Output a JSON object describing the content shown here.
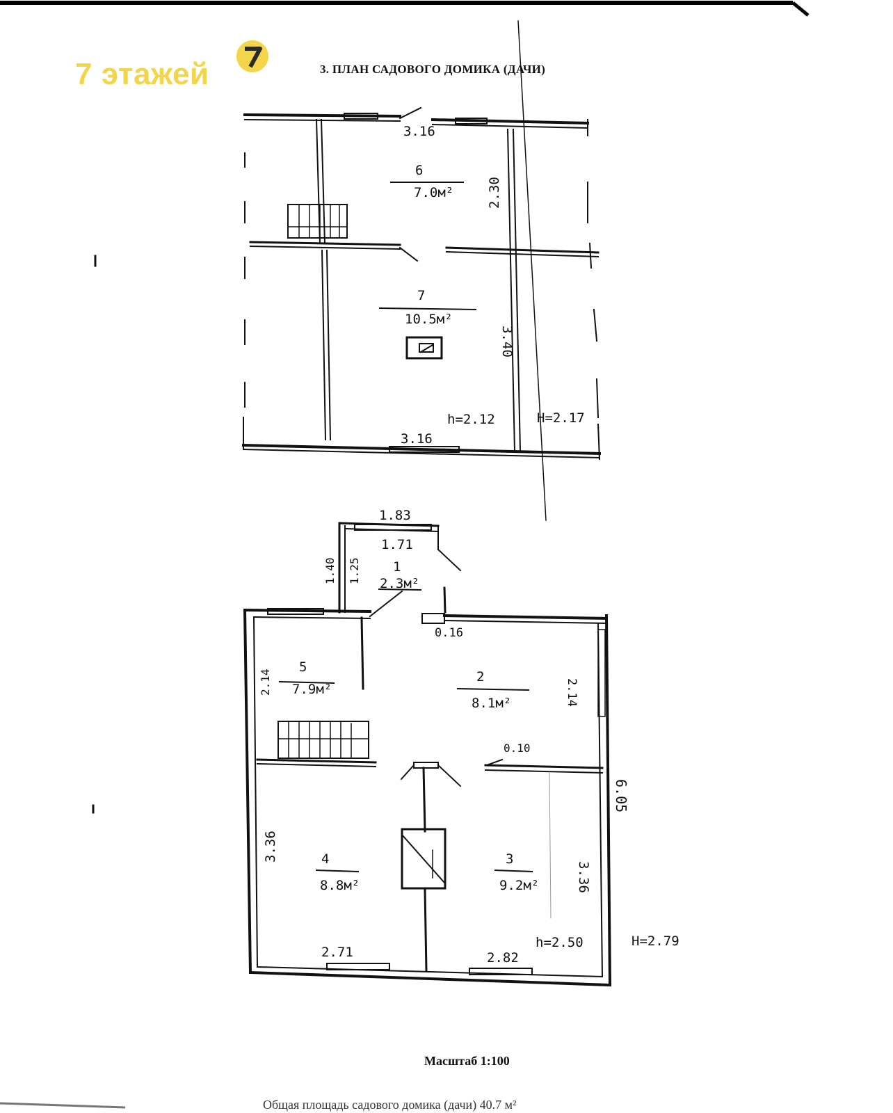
{
  "logo": {
    "text": "7 этажей",
    "badge": "7",
    "color": "#f2d54a"
  },
  "title": "3. ПЛАН САДОВОГО ДОМИКА (ДАЧИ)",
  "upper_floor": {
    "rooms": [
      {
        "number": "6",
        "area": "7.0м²"
      },
      {
        "number": "7",
        "area": "10.5м²"
      }
    ],
    "dimensions": {
      "top_width": "3.16",
      "bottom_width": "3.16",
      "room6_depth": "2.30",
      "room7_depth": "3.40",
      "inner_height": "h=2.12",
      "outer_height": "H=2.17"
    }
  },
  "ground_floor": {
    "rooms": [
      {
        "number": "1",
        "area": "2.3м²"
      },
      {
        "number": "2",
        "area": "8.1м²"
      },
      {
        "number": "3",
        "area": "9.2м²"
      },
      {
        "number": "4",
        "area": "8.8м²"
      },
      {
        "number": "5",
        "area": "7.9м²"
      }
    ],
    "dimensions": {
      "porch_outer_width": "1.83",
      "porch_inner_width": "1.71",
      "porch_outer_depth": "1.40",
      "porch_inner_depth": "1.25",
      "wall_thickness_a": "0.16",
      "wall_thickness_b": "0.10",
      "room5_depth": "2.14",
      "room2_depth": "2.14",
      "room4_depth": "3.36",
      "room3_depth": "3.36",
      "total_depth": "6.05",
      "room4_width": "2.71",
      "room3_width": "2.82",
      "inner_height": "h=2.50",
      "outer_height": "H=2.79"
    }
  },
  "scale": "Масштаб 1:100",
  "footer": "Общая площадь садового домика (дачи) 40.7 м²"
}
